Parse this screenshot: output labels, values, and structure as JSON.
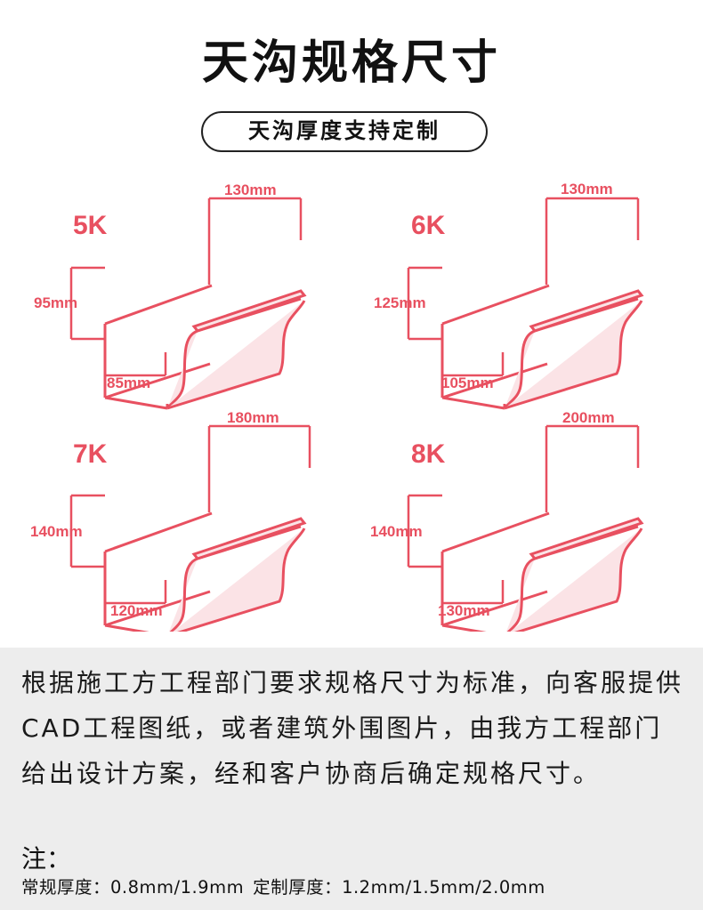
{
  "title": "天沟规格尺寸",
  "subtitle": "天沟厚度支持定制",
  "colors": {
    "accent": "#e85060",
    "text": "#1a1a1a",
    "note_bg": "#ededed"
  },
  "gutters": [
    {
      "model": "5K",
      "top": "130mm",
      "height": "95mm",
      "bottom": "85mm"
    },
    {
      "model": "6K",
      "top": "130mm",
      "height": "125mm",
      "bottom": "105mm"
    },
    {
      "model": "7K",
      "top": "180mm",
      "height": "140mm",
      "bottom": "120mm"
    },
    {
      "model": "8K",
      "top": "200mm",
      "height": "140mm",
      "bottom": "130mm"
    }
  ],
  "note": {
    "body": "根据施工方工程部门要求规格尺寸为标准，向客服提供CAD工程图纸，或者建筑外围图片，由我方工程部门给出设计方案，经和客户协商后确定规格尺寸。",
    "label": "注：",
    "standard": "常规厚度：0.8mm/1.9mm",
    "custom": "定制厚度：1.2mm/1.5mm/2.0mm"
  }
}
